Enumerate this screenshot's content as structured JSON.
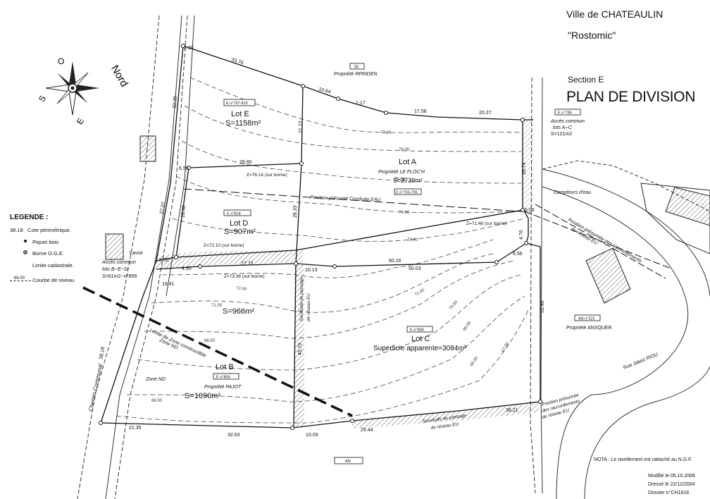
{
  "header": {
    "town": "Ville de CHATEAULIN",
    "project": "\"Rostomic\"",
    "section": "Section E",
    "title": "PLAN DE DIVISION"
  },
  "compass": {
    "north_label": "Nord",
    "letters": [
      "O",
      "S",
      "E"
    ]
  },
  "legend": {
    "title": "LEGENDE :",
    "items": [
      {
        "symbol": "38.18",
        "label": "Cote périmétrique."
      },
      {
        "symbol": "",
        "label": "Piquet bois"
      },
      {
        "symbol": "",
        "label": "Borne O.G.E."
      },
      {
        "symbol": "",
        "label": "Limite cadastrale."
      },
      {
        "symbol": "66.00",
        "label": "Courbe de niveau"
      }
    ]
  },
  "lots": [
    {
      "name": "Lot E",
      "area": "S=1158m²",
      "ref": "E n°797-815"
    },
    {
      "name": "Lot A",
      "owner": "Propriété LE FLOC'H",
      "area": "S=2739m²",
      "ref": "E n°793-796"
    },
    {
      "name": "Lot D",
      "area": "S=907m²",
      "ref": "E n°814"
    },
    {
      "name": "",
      "area": "S=966m²"
    },
    {
      "name": "Lot C",
      "area": "Superficie apparente=3084m²",
      "ref": "E n°808"
    },
    {
      "name": "Lot B",
      "owner": "Propriété PAJOT",
      "area": "S=1090m²",
      "ref": "E n°806"
    }
  ],
  "annotations": {
    "rfriden_ref": "56",
    "rfriden": "Propriété RFRIDEN",
    "acces_ac_ref": "E n°795",
    "acces_ac": [
      "Accès commun",
      "lots A--C",
      "S=121m2"
    ],
    "acces_bde": [
      "Accès commun",
      "lots B--E--D",
      "S=61m2--n°809"
    ],
    "lavoir": "Lavoir",
    "compteurs": "Compteurs d'eau",
    "conduite": "Position présumé Conduite EAU",
    "raccordements": [
      "Position présumée des raccordements",
      "du réseau EU"
    ],
    "ansquer_ref": "AN n°222",
    "ansquer": "Propriété ANSQUER",
    "rue": "Rue Jakez RIOU",
    "chemin": "Chemin Communal",
    "limite_zone": [
      "Limite de Zone constructible",
      "Zone ND"
    ],
    "zone_nd": "Zone ND",
    "servitude_v": [
      "Servitude de passage",
      "de réseau EU"
    ],
    "servitude_h": [
      "Servitude de passage",
      "de réseau EU"
    ],
    "position_br": [
      "Position présumée",
      "des raccordements",
      "du réseau EU"
    ],
    "an_bottom": "AN",
    "z_points": [
      "Z=76.14 (sur borne)",
      "Z=72.10 (sur borne)",
      "Z=73.36 (sur borne)",
      "Z=71.48 (sur borne)"
    ]
  },
  "dimensions": [
    "33.76",
    "10.64",
    "1.17",
    "17.58",
    "20.27",
    "2.00",
    "32.39",
    "6.50",
    "29.80",
    "21.72",
    "28.33",
    "26.40",
    "27.07",
    "16.41",
    "4.90",
    "8.50",
    "27.73",
    "10.13",
    "60.16",
    "50.03",
    "6.56",
    "4.76",
    "6.00",
    "26.74",
    "51.46",
    "38.18",
    "45.70",
    "21.35",
    "32.63",
    "10.09",
    "25.44",
    "36.21"
  ],
  "contours": [
    "77.00",
    "76.00",
    "75.00",
    "74.00",
    "73.00",
    "72.00",
    "71.00",
    "70.00",
    "69.00",
    "68.00",
    "67.00",
    "66.00"
  ],
  "notes": {
    "nivellement": "NOTA : Le nivellement est rattaché au N.G.F.",
    "modifie": "Modifié le 05.10.2006",
    "dresse": "Dressé le 22/12/2004",
    "dossier": "Dossier n°CH1818"
  }
}
